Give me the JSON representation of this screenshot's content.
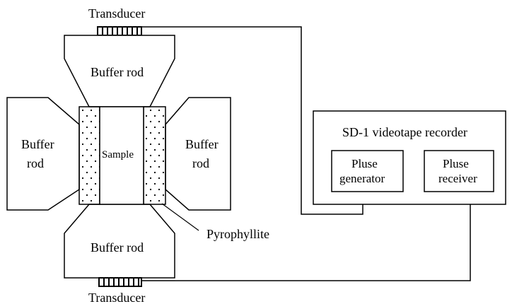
{
  "labels": {
    "transducer_top": "Transducer",
    "transducer_bottom": "Transducer",
    "buffer_rod_top": "Buffer rod",
    "buffer_rod_bottom": "Buffer rod",
    "buffer_rod_left_line1": "Buffer",
    "buffer_rod_left_line2": "rod",
    "buffer_rod_right_line1": "Buffer",
    "buffer_rod_right_line2": "rod",
    "sample": "Sample",
    "pyrophyllite": "Pyrophyllite",
    "recorder_title": "SD-1 videotape recorder",
    "pulse_generator_line1": "Pluse",
    "pulse_generator_line2": "generator",
    "pulse_receiver_line1": "Pluse",
    "pulse_receiver_line2": "receiver"
  },
  "colors": {
    "stroke": "#000000",
    "background": "#ffffff"
  }
}
